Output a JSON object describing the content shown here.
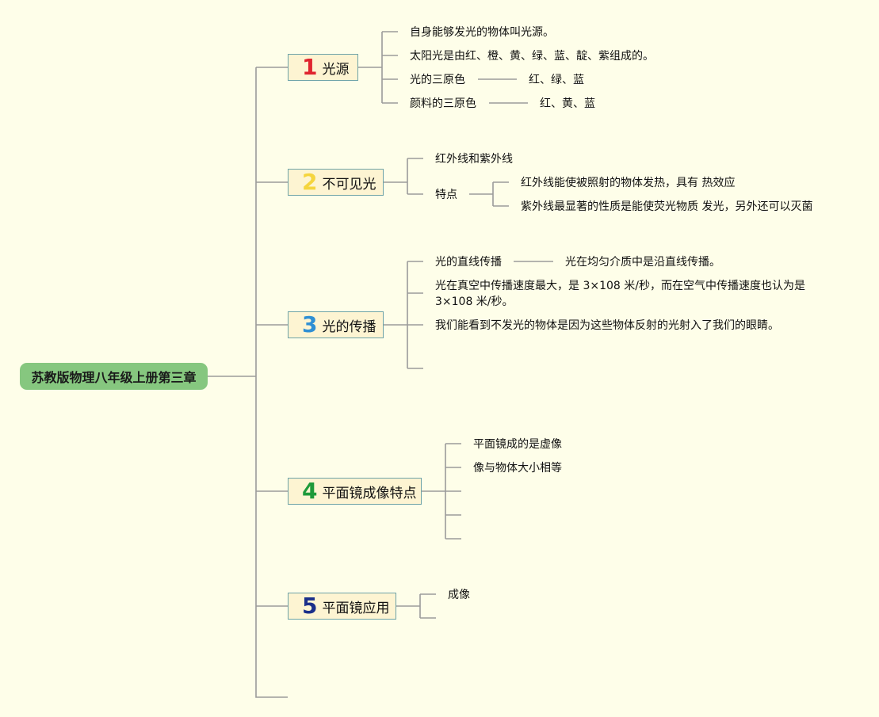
{
  "root": "苏教版物理八年级上册第三章",
  "colors": {
    "background": "#fefee9",
    "root_fill": "#86c77f",
    "branch_fill": "#fdf4d2",
    "branch_border": "#6ea3a8",
    "line": "#999999",
    "num1": "#e0242e",
    "num2": "#f5d53e",
    "num3": "#2f8fd4",
    "num4": "#1e9a3a",
    "num5": "#1b2f8a"
  },
  "branches": [
    {
      "num": "1",
      "title": "光源",
      "items": [
        "自身能够发光的物体叫光源。",
        "太阳光是由红、橙、黄、绿、蓝、靛、紫组成的。",
        "光的三原色",
        "红、绿、蓝",
        "颜料的三原色",
        "红、黄、蓝"
      ]
    },
    {
      "num": "2",
      "title": "不可见光",
      "items": [
        "红外线和紫外线",
        "特点",
        "红外线能使被照射的物体发热，具有 热效应",
        "紫外线最显著的性质是能使荧光物质 发光，另外还可以灭菌"
      ]
    },
    {
      "num": "3",
      "title": "光的传播",
      "items": [
        "光的直线传播",
        "光在均匀介质中是沿直线传播。",
        "光在真空中传播速度最大，是 3×108 米/秒，而在空气中传播速度也认为是 3×108 米/秒。",
        "我们能看到不发光的物体是因为这些物体反射的光射入了我们的眼睛。"
      ]
    },
    {
      "num": "4",
      "title": "平面镜成像特点",
      "items": [
        "平面镜成的是虚像",
        "像与物体大小相等"
      ]
    },
    {
      "num": "5",
      "title": "平面镜应用",
      "items": [
        "成像"
      ]
    }
  ]
}
